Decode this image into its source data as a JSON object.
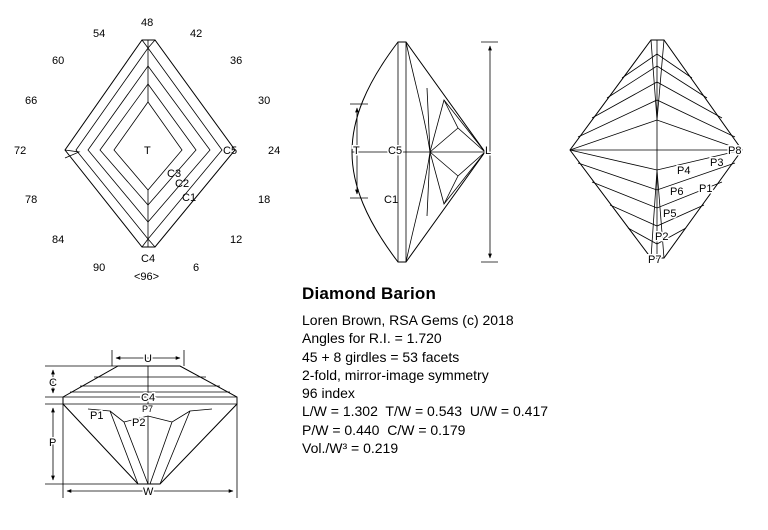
{
  "design": {
    "title": "Diamond Barion",
    "author": "Loren Brown, RSA Gems (c) 2018",
    "ri": "Angles for R.I. = 1.720",
    "facets": "45 + 8 girdles = 53 facets",
    "symmetry": "2-fold, mirror-image symmetry",
    "index": "96 index",
    "ratios1": "L/W = 1.302  T/W = 0.543  U/W = 0.417",
    "ratios2": "P/W = 0.440  C/W = 0.179",
    "volume": "Vol./W³ = 0.219"
  },
  "index_labels": {
    "i48": "48",
    "i42": "42",
    "i36": "36",
    "i30": "30",
    "i24": "24",
    "i18": "18",
    "i12": "12",
    "i6": "6",
    "i96": "<96>",
    "i90": "90",
    "i84": "84",
    "i78": "78",
    "i72": "72",
    "i66": "66",
    "i60": "60",
    "i54": "54"
  },
  "crown_labels": {
    "t": "T",
    "c5": "C5",
    "c3": "C3",
    "c2": "C2",
    "c1": "C1",
    "c4": "C4"
  },
  "side_labels": {
    "t": "T",
    "c5": "C5",
    "c1": "C1",
    "l": "L"
  },
  "pavilion_labels": {
    "p8": "P8",
    "p3": "P3",
    "p4": "P4",
    "p1": "P1",
    "p6": "P6",
    "p5": "P5",
    "p2": "P2",
    "p7": "P7"
  },
  "profile_labels": {
    "u": "U",
    "c": "C",
    "c4": "C4",
    "p7": "P7",
    "p1": "P1",
    "p2": "P2",
    "p": "P",
    "w": "W"
  }
}
